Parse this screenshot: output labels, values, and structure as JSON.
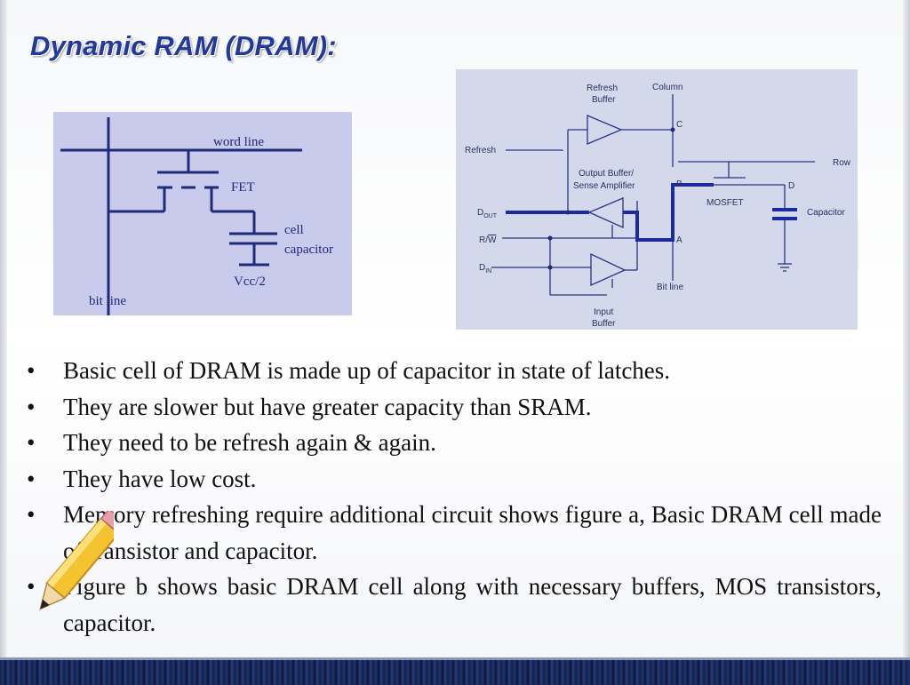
{
  "slide": {
    "title": "Dynamic RAM (DRAM):"
  },
  "figure_a": {
    "word_line": "word line",
    "fet": "FET",
    "cell": "cell",
    "capacitor": "capacitor",
    "vcc": "Vcc/2",
    "bit_line": "bit line"
  },
  "figure_b": {
    "refresh_buffer_1": "Refresh",
    "refresh_buffer_2": "Buffer",
    "column": "Column",
    "c": "C",
    "refresh": "Refresh",
    "row": "Row",
    "output_buffer_1": "Output Buffer/",
    "output_buffer_2": "Sense Amplifier",
    "b": "B",
    "d": "D",
    "mosfet": "MOSFET",
    "capacitor": "Capacitor",
    "dout": "D",
    "dout_sub": "OUT",
    "rw_r": "R/",
    "rw_w": "W",
    "a": "A",
    "din": "D",
    "din_sub": "IN",
    "bit_line": "Bit line",
    "input_buffer_1": "Input",
    "input_buffer_2": "Buffer"
  },
  "bullets": [
    "Basic cell of DRAM is made up of capacitor in state of latches.",
    "They are slower but have greater capacity than SRAM.",
    "They need to be refresh again & again.",
    "They have low cost.",
    "Memory refreshing require additional circuit shows figure a, Basic DRAM cell made of transistor and capacitor.",
    "Figure b shows basic DRAM cell along with necessary buffers, MOS transistors, capacitor."
  ],
  "bullet_symbol": "•",
  "colors": {
    "title": "#23399a",
    "circuit_line": "#1f2a7a",
    "figure_a_bg": "#c8cbeb",
    "figure_b_bg": "#d3d9ea",
    "footer": "#14255a"
  }
}
